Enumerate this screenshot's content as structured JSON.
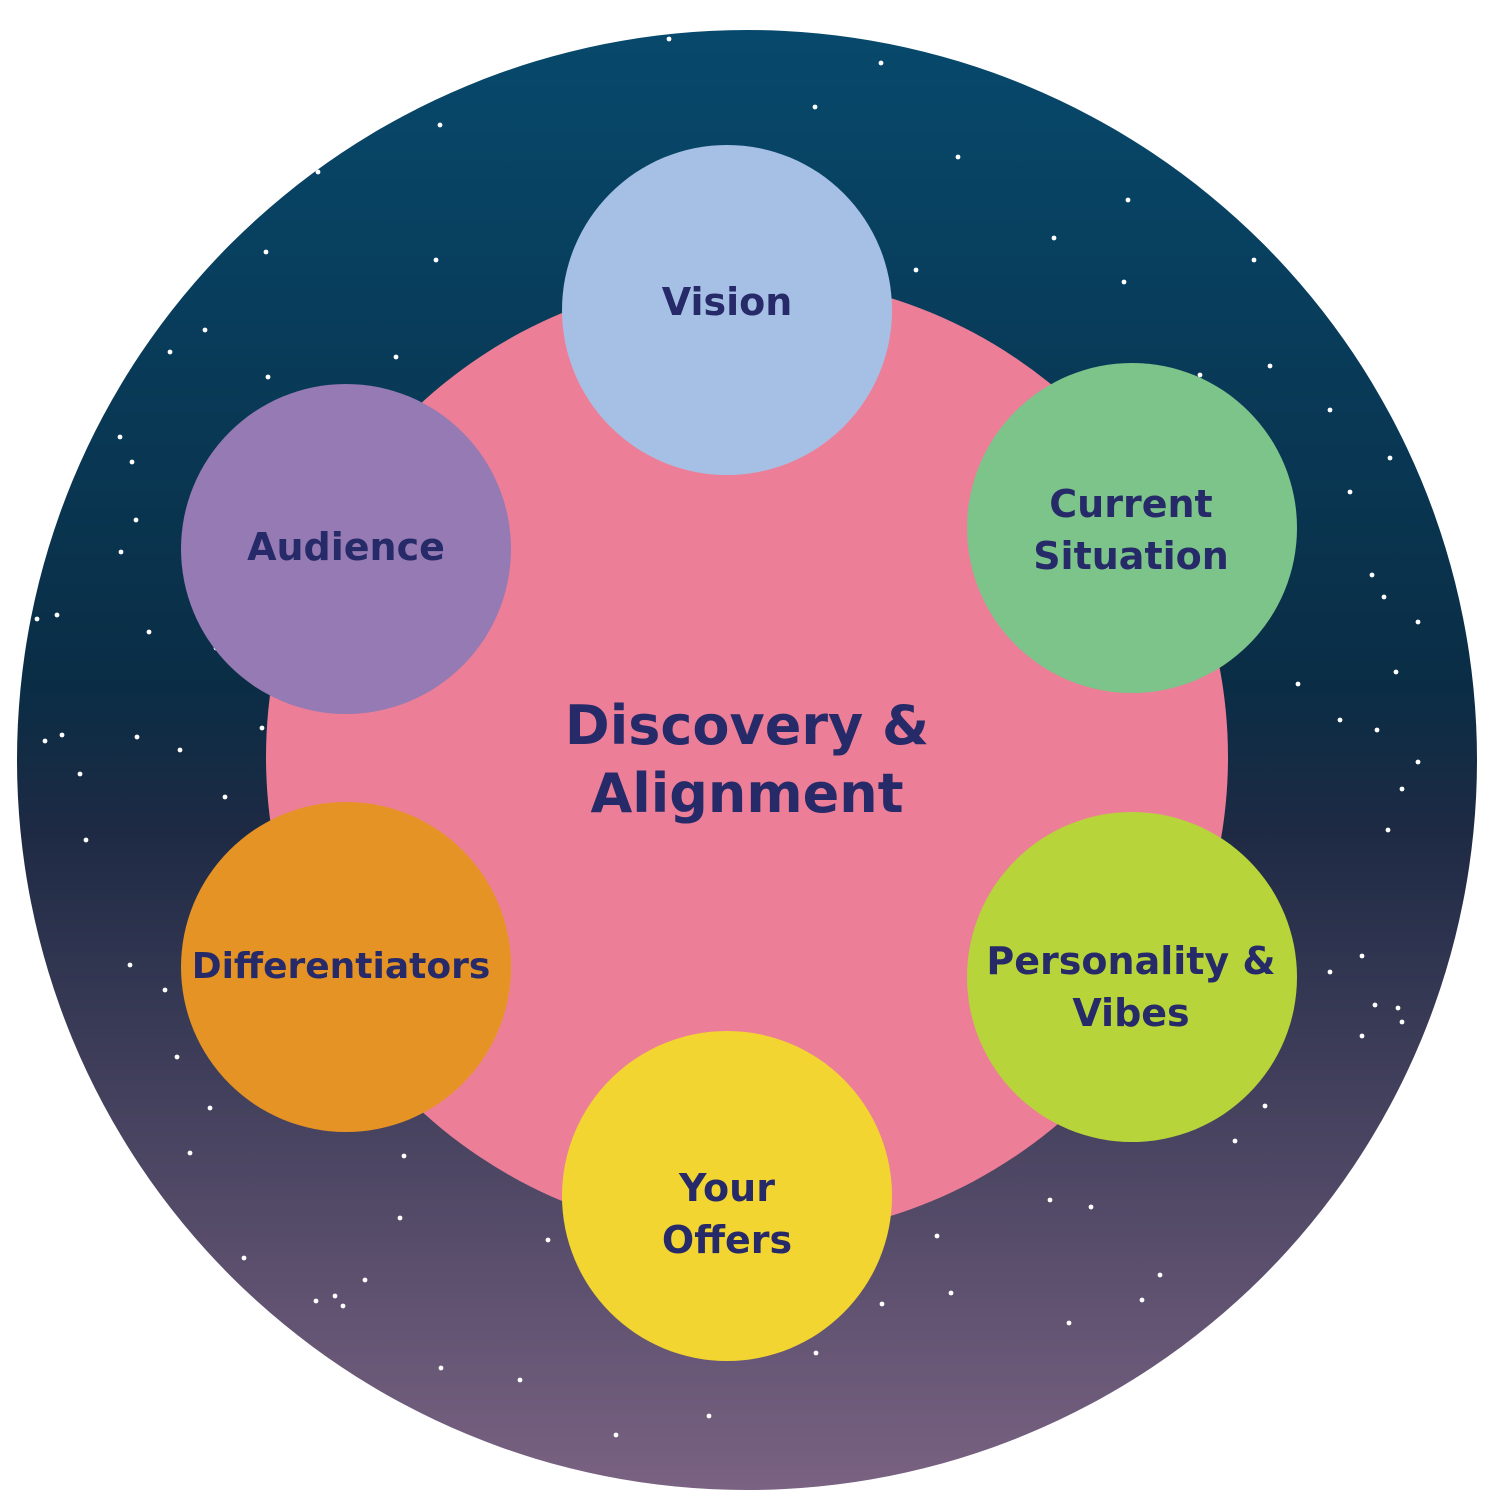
{
  "diagram": {
    "title": "Discovery & Alignment",
    "center": {
      "label": "Discovery &\nAlignment",
      "color": "#ec7f97"
    },
    "text_color": "#262a68",
    "background": {
      "top_color": "#07496c",
      "mid_color": "#1e2a44",
      "bottom_color": "#7a6282",
      "star_color": "#ffffff"
    },
    "nodes": [
      {
        "id": "vision",
        "label": "Vision",
        "color": "#a6c0e5"
      },
      {
        "id": "current-situation",
        "label": "Current\nSituation",
        "color": "#7cc48a"
      },
      {
        "id": "personality-vibes",
        "label": "Personality &\nVibes",
        "color": "#b7d43a"
      },
      {
        "id": "your-offers",
        "label": "Your\nOffers",
        "color": "#f2d531"
      },
      {
        "id": "differentiators",
        "label": "Differentiators",
        "color": "#e59324"
      },
      {
        "id": "audience",
        "label": "Audience",
        "color": "#957ab3"
      }
    ]
  }
}
